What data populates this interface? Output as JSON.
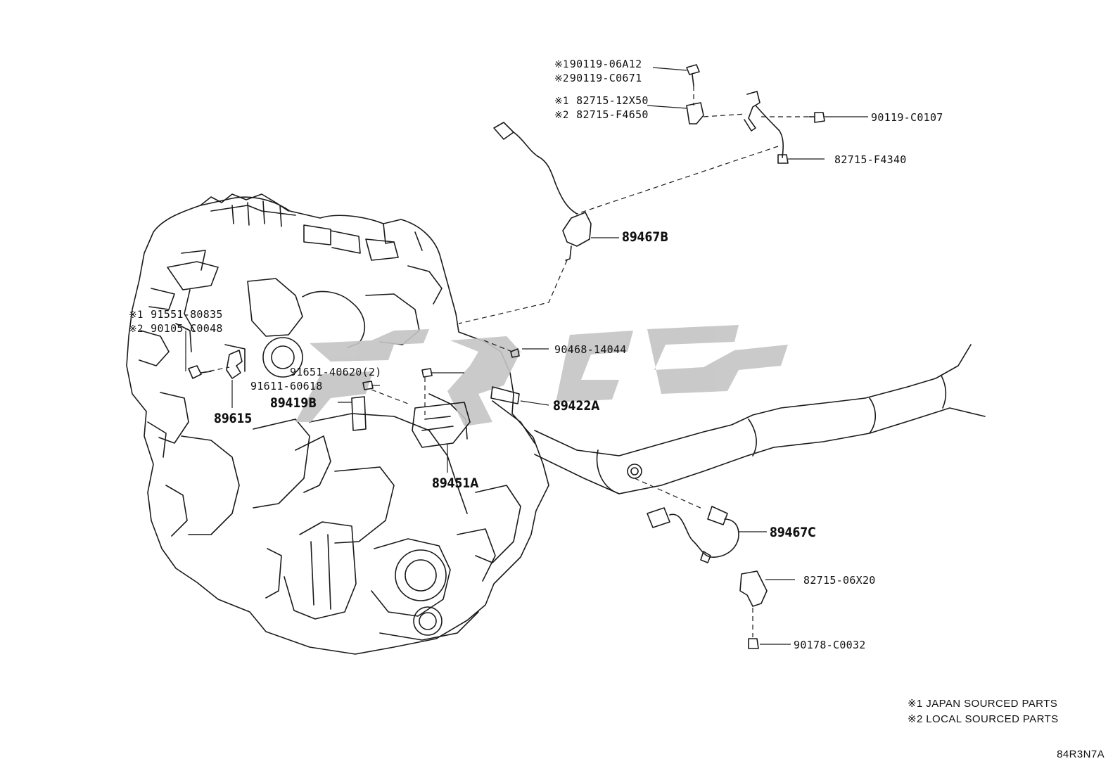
{
  "diagram": {
    "callouts": {
      "bolt_06a12": "90119-06A12",
      "bolt_c0671": "90119-C0671",
      "bracket_12x50": "82715-12X50",
      "bracket_f4650": "82715-F4650",
      "bolt_c0107": "90119-C0107",
      "clamp_f4340": "82715-F4340",
      "sensor_89467b": "89467B",
      "bolt_80835": "91551-80835",
      "bolt_c0048": "90105-C0048",
      "oring_14044": "90468-14044",
      "bolt_40620": "91651-40620(2)",
      "bolt_60618": "91611-60618",
      "sensor_89419b": "89419B",
      "sensor_89422a": "89422A",
      "sensor_89615": "89615",
      "switch_89451a": "89451A",
      "sensor_89467c": "89467C",
      "clamp_06x20": "82715-06X20",
      "nut_c0032": "90178-C0032"
    },
    "markers": {
      "m1": "※1",
      "m2": "※2"
    },
    "legend": {
      "note1": "JAPAN SOURCED PARTS",
      "note2": "LOCAL SOURCED PARTS"
    },
    "illustration_code": "84R3N7A"
  },
  "colors": {
    "line": "#1a1a1a",
    "watermark": "#c4c4c4",
    "background": "#ffffff"
  }
}
